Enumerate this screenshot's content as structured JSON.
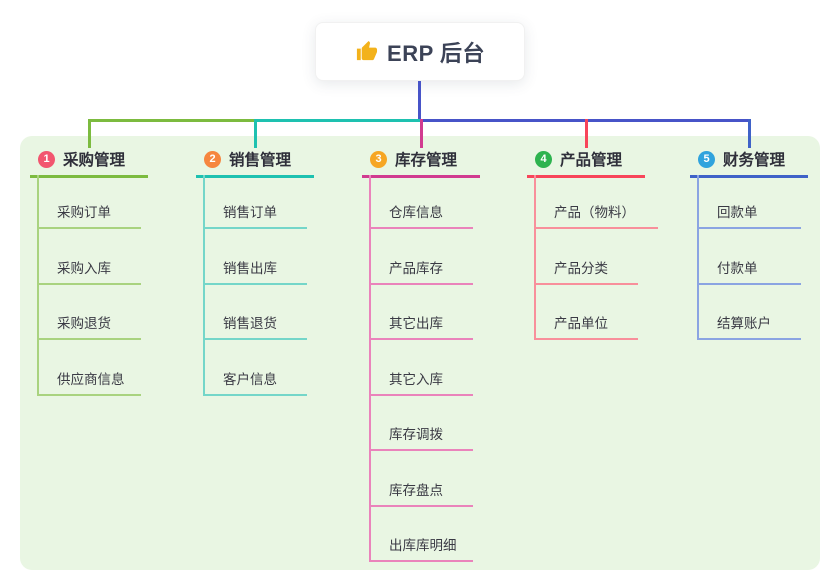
{
  "root": {
    "title": "ERP 后台",
    "icon": "thumbs-up-icon"
  },
  "colors": {
    "root_line": "#4754c8",
    "panel_bg": "#e9f6e3",
    "card_bg": "#ffffff",
    "title_text": "#2f2f3a",
    "child_text": "#3a3a44",
    "thumb_icon": "#f3b21b"
  },
  "branches": [
    {
      "number": "1",
      "label": "采购管理",
      "badge_color": "#f2566f",
      "line_color": "#7cbb3f",
      "child_line_color": "#a9d37f",
      "children": [
        "采购订单",
        "采购入库",
        "采购退货",
        "供应商信息"
      ]
    },
    {
      "number": "2",
      "label": "销售管理",
      "badge_color": "#f6863f",
      "line_color": "#1ec1b0",
      "child_line_color": "#74d6c9",
      "children": [
        "销售订单",
        "销售出库",
        "销售退货",
        "客户信息"
      ]
    },
    {
      "number": "3",
      "label": "库存管理",
      "badge_color": "#f6a623",
      "line_color": "#d13b90",
      "child_line_color": "#ea83bb",
      "children": [
        "仓库信息",
        "产品库存",
        "其它出库",
        "其它入库",
        "库存调拨",
        "库存盘点",
        "出库库明细"
      ]
    },
    {
      "number": "4",
      "label": "产品管理",
      "badge_color": "#2eb34f",
      "line_color": "#f8455a",
      "child_line_color": "#f88f9b",
      "children": [
        "产品（物料）",
        "产品分类",
        "产品单位"
      ]
    },
    {
      "number": "5",
      "label": "财务管理",
      "badge_color": "#30a3dd",
      "line_color": "#3f62c8",
      "child_line_color": "#8ba4e2",
      "children": [
        "回款单",
        "付款单",
        "结算账户"
      ]
    }
  ]
}
